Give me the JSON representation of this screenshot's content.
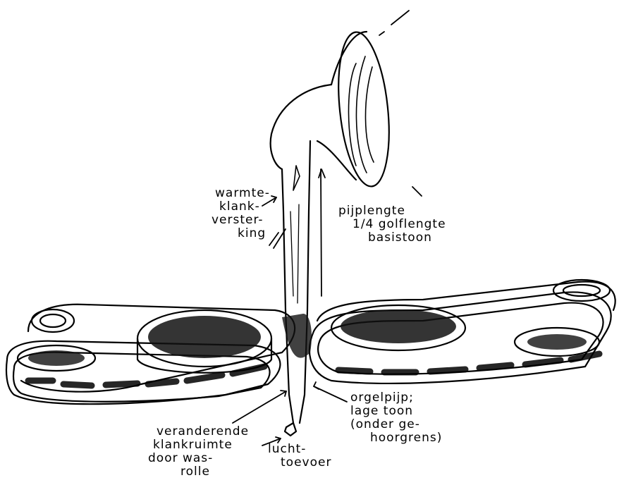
{
  "colors": {
    "ink": "#000000",
    "paper": "#ffffff"
  },
  "annotations": {
    "warmte": [
      "warmte-",
      "klank-",
      "verster-",
      "king"
    ],
    "pijp": [
      "pijplengte",
      "1/4 golflengte",
      "basistoon"
    ],
    "orgel": [
      "orgelpijp;",
      "lage toon",
      "(onder ge-",
      "hoorgrens)"
    ],
    "ruimte": [
      "veranderende",
      "klankruimte",
      "door was-",
      "rolle"
    ],
    "lucht": [
      "lucht-",
      "toevoer"
    ]
  }
}
